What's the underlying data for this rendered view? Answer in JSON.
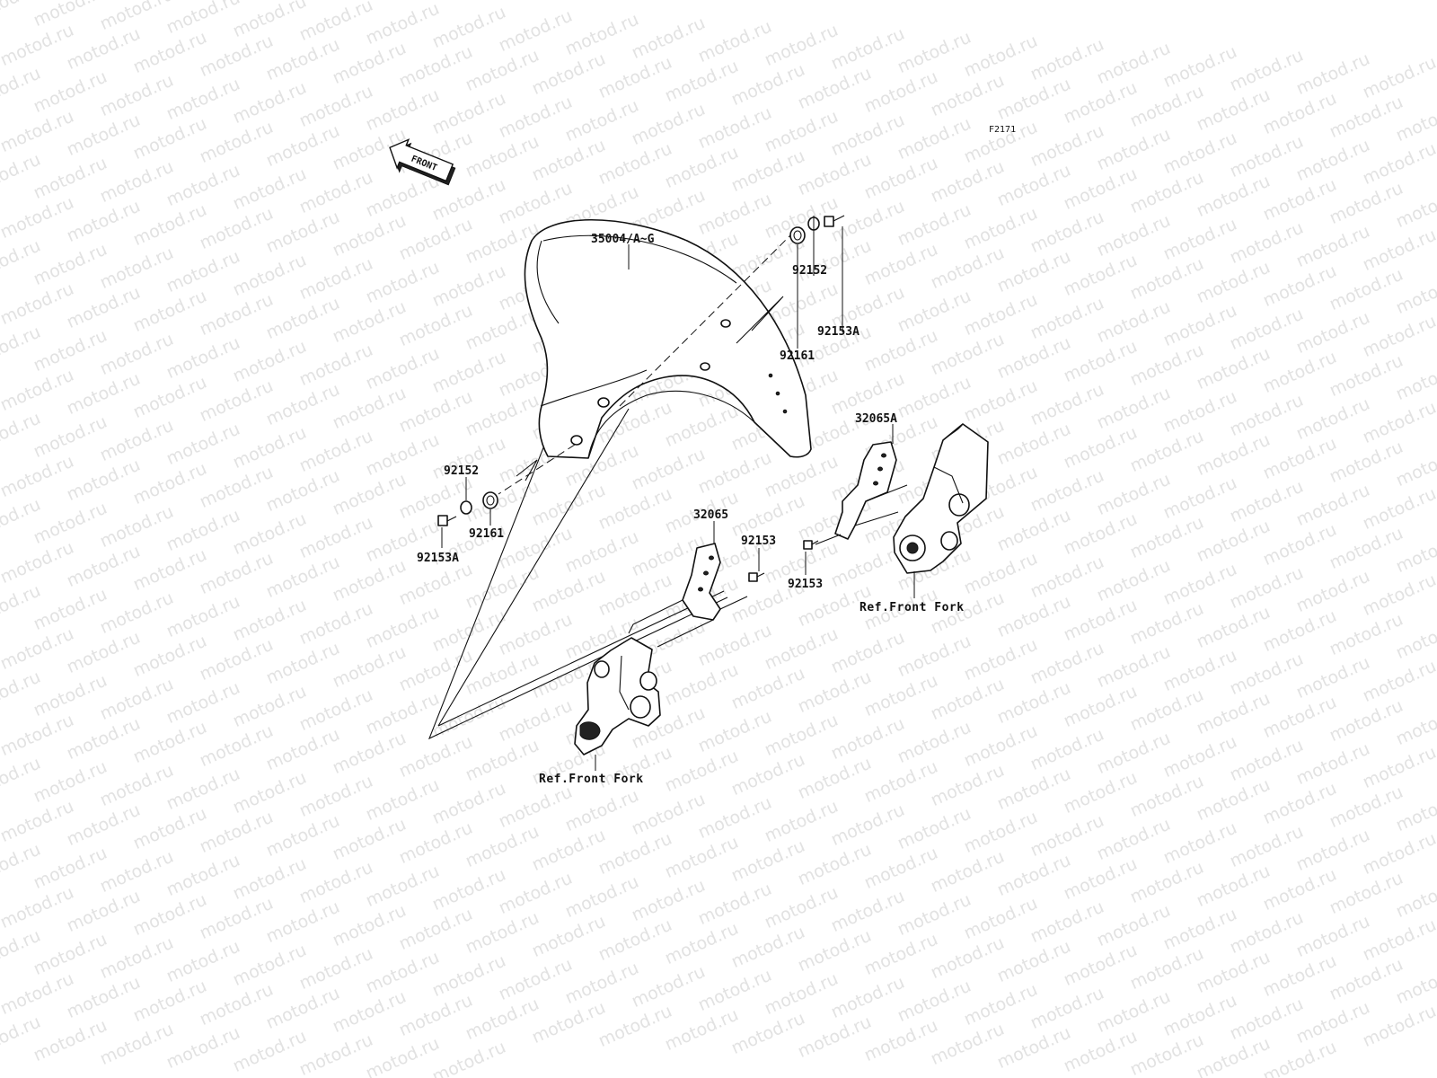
{
  "diagram_code": "F2171",
  "direction_arrow": {
    "label": "FRONT"
  },
  "watermark": "motod.ru",
  "parts": {
    "fender": "35004/A~G",
    "washer_upper": "92152",
    "bolt_upper": "92153A",
    "collar_upper": "92161",
    "washer_lower": "92152",
    "collar_lower": "92161",
    "bolt_lower": "92153A",
    "bracket_left": "32065",
    "bolt_left": "92153",
    "bracket_right": "32065A",
    "bolt_right": "92153"
  },
  "references": {
    "fork_right": "Ref.Front Fork",
    "fork_left": "Ref.Front Fork"
  }
}
